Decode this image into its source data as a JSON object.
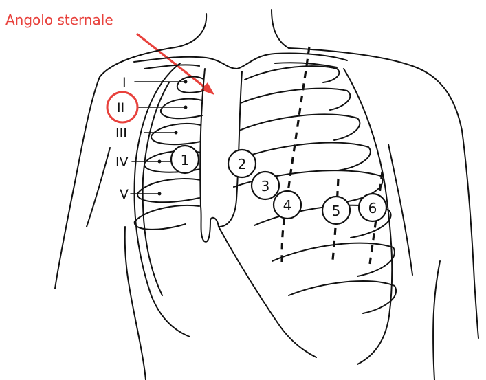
{
  "title": "Angolo sternale",
  "accent_color": "#e8413c",
  "ribs": [
    "I",
    "II",
    "III",
    "IV",
    "V"
  ],
  "leads": [
    "1",
    "2",
    "3",
    "4",
    "5",
    "6"
  ],
  "highlighted_rib": "II"
}
